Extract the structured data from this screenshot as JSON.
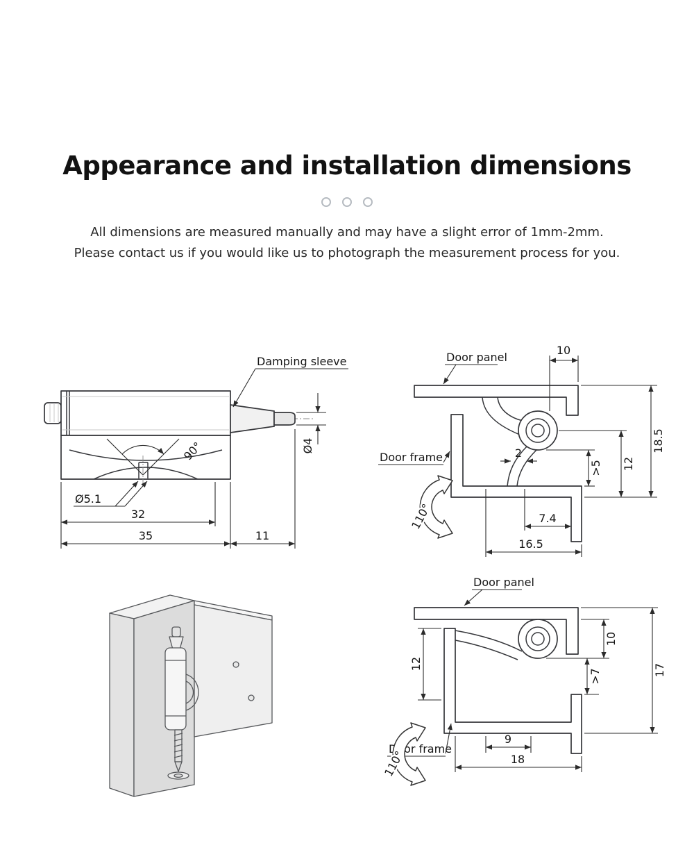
{
  "page": {
    "title": "Appearance and installation dimensions",
    "note_line1": "All dimensions are measured manually and may have a slight error of 1mm-2mm.",
    "note_line2": "Please contact us if you would like us to photograph the measurement process for you."
  },
  "side_view": {
    "damping_sleeve_label": "Damping sleeve",
    "dim_tip_diameter": "Ø4",
    "dim_bend_angle": "90°",
    "dim_hole_diameter": "Ø5.1",
    "dim_hole_spacing": "32",
    "dim_body_length": "35",
    "dim_sleeve_length": "11"
  },
  "section_top": {
    "door_panel_label": "Door panel",
    "door_frame_label": "Door frame",
    "dim_top": "10",
    "dim_overall_height": "18.5",
    "dim_center_height": "12",
    "dim_clearance": ">5",
    "dim_leaf_thickness": "2",
    "dim_offset": "7.4",
    "dim_depth": "16.5",
    "open_angle": "110°"
  },
  "section_bottom": {
    "door_panel_label": "Door panel",
    "door_frame_label": "Door frame",
    "dim_left": "12",
    "dim_knuckle": "10",
    "dim_overall_height": "17",
    "dim_clearance": ">7",
    "dim_offset": "9",
    "dim_depth": "18",
    "open_angle": "110°"
  }
}
